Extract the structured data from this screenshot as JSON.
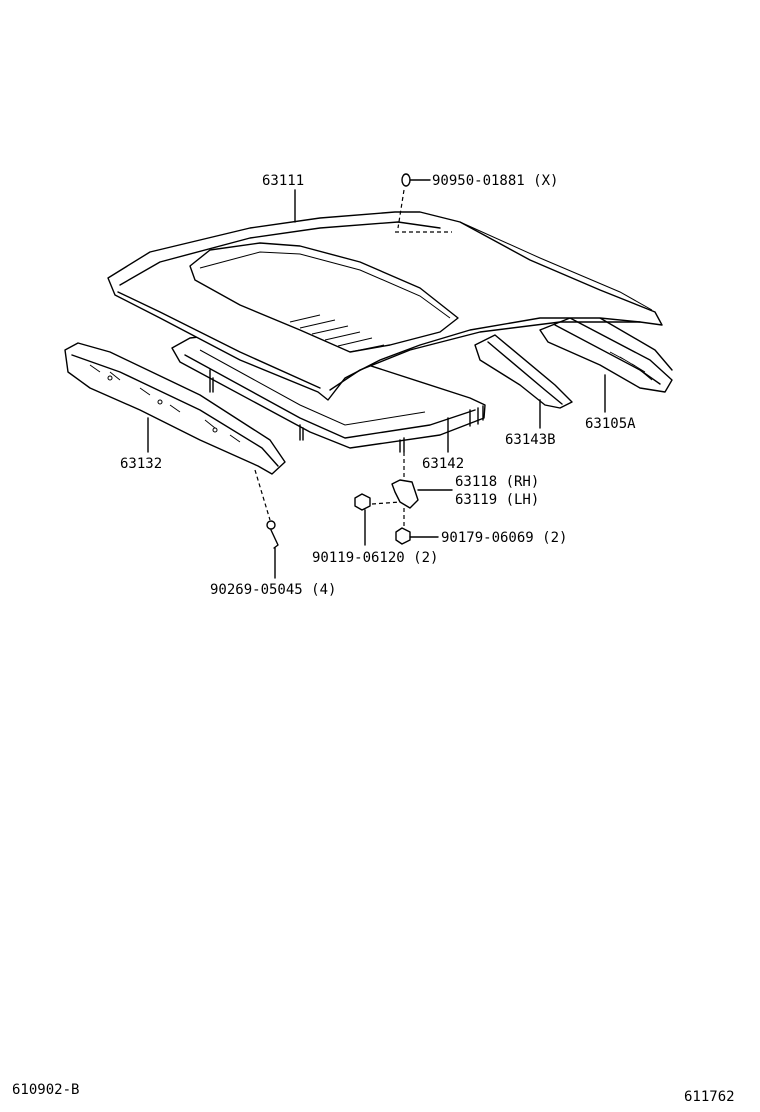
{
  "parts": {
    "roof_panel": "63111",
    "plug": "90950-01881 (X)",
    "rail_front": "63132",
    "sunroof_reinforcement": "63142",
    "roof_bow": "63143B",
    "roof_rail": "63105A",
    "bracket_rh": "63118 (RH)",
    "bracket_lh": "63119 (LH)",
    "nut": "90179-06069 (2)",
    "bolt": "90119-06120 (2)",
    "clip": "90269-05045 (4)"
  },
  "footer": {
    "left_code": "610902-B",
    "right_code": "611762"
  }
}
